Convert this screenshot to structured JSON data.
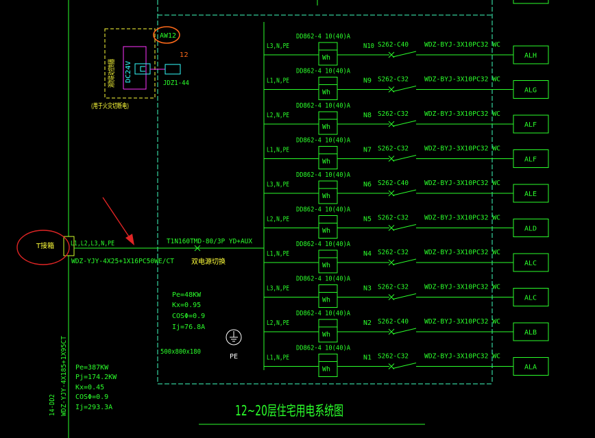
{
  "drawing": {
    "title": "12~20层住宅用电系统图",
    "box_tag": "AW12",
    "handwritten_note": "12",
    "t_box_label": "T接箱",
    "incoming": {
      "phases": "L1,L2,L3,N,PE",
      "cable": "WDZ-YJY-4X25+1X16PC50WE/CT",
      "breaker": "T1N160TMD-80/3P YD+AUX",
      "breaker_note": "双电源切换"
    },
    "control": {
      "label": "消防联动控制器",
      "voltage": "DC24V",
      "relay": "JDZ1-44",
      "note": "(用于火灾切断电)"
    },
    "box_load": [
      "Pe=48KW",
      "Kx=0.95",
      "COSΦ=0.9",
      "Ij=76.8A"
    ],
    "box_size": "500x800x180",
    "pe_label": "PE",
    "feeder_load": [
      "Pe=387KW",
      "Pj=174.2KW",
      "Kx=0.45",
      "COSΦ=0.9",
      "Ij=293.3A"
    ],
    "feeder_id": "14-DD2",
    "feeder_cable": "WDZ-YJY-4X185+1X95CT"
  },
  "circuit_common": {
    "meter": "DD862-4 10(40)A",
    "meter_unit": "Wh",
    "cable": "WDZ-BYJ-3X10PC32 WC"
  },
  "circuits": [
    {
      "phase": "L3,N,PE",
      "id": "N10",
      "breaker": "S262-C40",
      "load": "ALH"
    },
    {
      "phase": "L1,N,PE",
      "id": "N9",
      "breaker": "S262-C32",
      "load": "ALG"
    },
    {
      "phase": "L2,N,PE",
      "id": "N8",
      "breaker": "S262-C32",
      "load": "ALF"
    },
    {
      "phase": "L1,N,PE",
      "id": "N7",
      "breaker": "S262-C32",
      "load": "ALF"
    },
    {
      "phase": "L3,N,PE",
      "id": "N6",
      "breaker": "S262-C40",
      "load": "ALE"
    },
    {
      "phase": "L2,N,PE",
      "id": "N5",
      "breaker": "S262-C32",
      "load": "ALD"
    },
    {
      "phase": "L1,N,PE",
      "id": "N4",
      "breaker": "S262-C32",
      "load": "ALC"
    },
    {
      "phase": "L3,N,PE",
      "id": "N3",
      "breaker": "S262-C32",
      "load": "ALC"
    },
    {
      "phase": "L2,N,PE",
      "id": "N2",
      "breaker": "S262-C40",
      "load": "ALB"
    },
    {
      "phase": "L1,N,PE",
      "id": "N1",
      "breaker": "S262-C32",
      "load": "ALA"
    }
  ],
  "colors": {
    "background": "#000000",
    "wire": "#2bff2b",
    "frame": "#3fffc0",
    "annotation_yellow": "#ffff3a",
    "markup_orange": "#ff6a1a",
    "markup_red": "#e02525",
    "control_magenta": "#ff33ff"
  }
}
